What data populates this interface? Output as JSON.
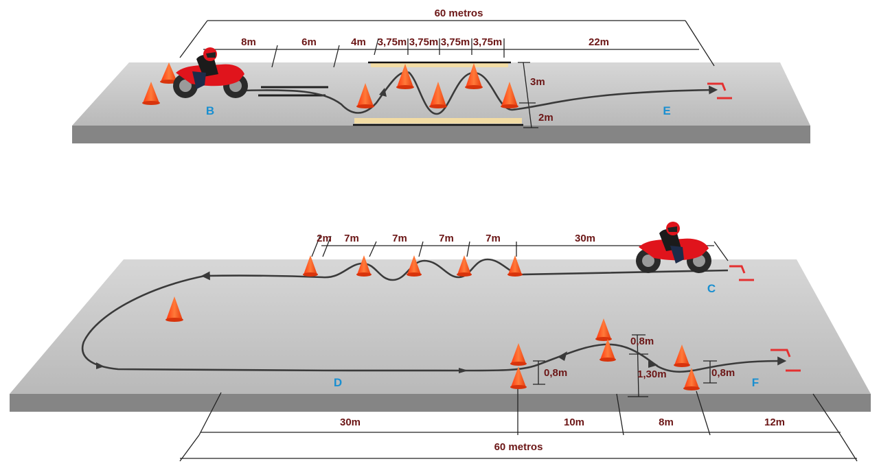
{
  "colors": {
    "track": "#c8c8c8",
    "track_edge": "#858585",
    "cone": "#ff4a14",
    "label_text": "#6b1616",
    "point_label": "#1a8fd0",
    "lane_fill": "#f2dca4",
    "motorcycle": "#e0141c",
    "finish_marker": "#e43030"
  },
  "top_course": {
    "total_label": "60 metros",
    "segments": [
      "8m",
      "6m",
      "4m",
      "3,75m",
      "3,75m",
      "3,75m",
      "3,75m",
      "22m"
    ],
    "lane_width_outer": "3m",
    "lane_width_inner": "2m",
    "start_point": "B",
    "end_point": "E"
  },
  "bottom_course": {
    "top_segments": [
      "2m",
      "7m",
      "7m",
      "7m",
      "7m",
      "30m"
    ],
    "bottom_segments": [
      "30m",
      "10m",
      "8m",
      "12m"
    ],
    "total_label": "60 metros",
    "gap_labels": [
      "0,8m",
      "0,8m",
      "1,30m",
      "0,8m"
    ],
    "start_point": "C",
    "mid_point": "D",
    "end_point": "F"
  }
}
